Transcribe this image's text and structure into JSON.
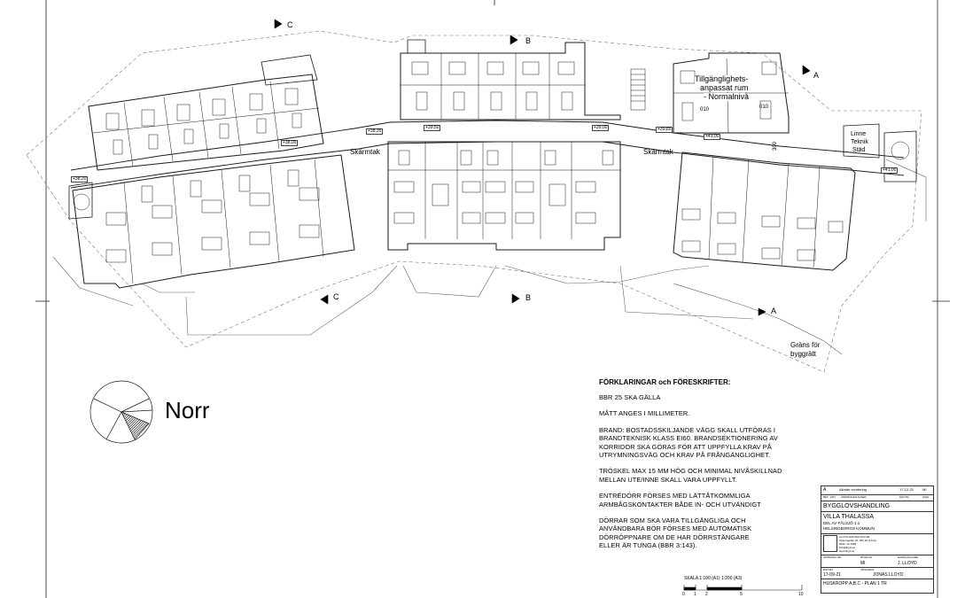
{
  "north_label": "Norr",
  "section_markers": [
    {
      "id": "C",
      "label": "C"
    },
    {
      "id": "B",
      "label": "B"
    },
    {
      "id": "A",
      "label": "A"
    }
  ],
  "room_labels": {
    "accessible_room_1": "Tillgänglighets-",
    "accessible_room_2": "anpassat rum",
    "accessible_room_3": "- Normalnivå",
    "room_code_a": "010",
    "room_code_b": "010",
    "utility_1": "Linne",
    "utility_2": "Teknik",
    "utility_3": "Städ",
    "canopy_left": "Skärmtak",
    "canopy_right": "Skärmtak",
    "boundary_1": "Gräns för",
    "boundary_2": "byggrätt",
    "height_300": "300"
  },
  "elevations": [
    "+38,20",
    "+38,00",
    "+38,35",
    "+39,50",
    "+39,00",
    "+39,85",
    "+41,00",
    "+41,00"
  ],
  "notes": {
    "title": "FÖRKLARINGAR och FÖRESKRIFTER:",
    "lines": [
      "BBR 25 SKA GÄLLA",
      "",
      "MÅTT ANGES I MILLIMETER.",
      "",
      "BRAND: BOSTADSSKILJANDE VÄGG SKALL UTFÖRAS I",
      "BRANDTEKNISK KLASS EI60. BRANDSEKTIONERING AV",
      "KORRIDOR SKA GÖRAS FÖR ATT UPPFYLLA KRAV PÅ",
      "UTRYMNINGSVÄG OCH KRAV PÅ FRÅNGÄNGLIGHET.",
      "",
      "TRÖSKEL MAX 15 MM HÖG OCH MINIMAL NIVÅSKILLNAD",
      "MELLAN UTE/INNE SKALL VARA UPPFYLLT.",
      "",
      "ENTRÉDÖRR FÖRSES MED LÄTTÅTKOMMLIGA",
      "ARMBÅGSKONTAKTER BÅDE IN- OCH UTVÄNDIGT",
      "",
      "DÖRRAR SOM SKA VARA TILLGÄNGLIGA OCH",
      "ANVÄNDBARA BÖR FÖRSES MED AUTOMATISK",
      "DÖRRÖPPNARE OM DE HAR DÖRRSTÄNGARE",
      "ELLER ÄR TUNGA (BBR 3:143)."
    ]
  },
  "scale": {
    "label": "SKALA 1:100 (A1) 1:200 (A3)",
    "ticks": [
      "0",
      "1",
      "2",
      "5",
      "10"
    ]
  },
  "title_block": {
    "rev_letter": "A",
    "rev_text": "Allmän revidering",
    "rev_date": "17-12-21",
    "rev_sign": "MI",
    "rev_headers": [
      "BET",
      "ANT",
      "ÄNDRINGEN AVSER",
      "DATUM",
      "SIGN"
    ],
    "stage": "BYGGLOVSHANDLING",
    "project": "VILLA THALASSA",
    "property_1": "DEL AV PÅLSJÖ 1:1",
    "property_2": "HELSINGBORGS KOMMUN",
    "firm_lines": [
      "LLOYD ARKITEKTUR AB",
      "Kaserngatan 32, 252 20 H-borg",
      "0042 -12 3456",
      "info@lloyd.se",
      "www.lloyd.se"
    ],
    "firm_logo_text": "LLOYD\nARKITEKTUR",
    "field_labels": [
      "UPPDRAG NR",
      "RITAD AV",
      "HANDLÄGGARE",
      "DATUM",
      "ANSVARIG"
    ],
    "drawn_by": "MI",
    "handler": "J. LLOYD",
    "date": "17-09-21",
    "responsible": "JONAS LLOYD",
    "drawing_title": "HUSKROPP A,B,C - PLAN 1 TR"
  },
  "colors": {
    "line": "#1a1a1a",
    "light": "#888888",
    "paper": "#ffffff"
  }
}
